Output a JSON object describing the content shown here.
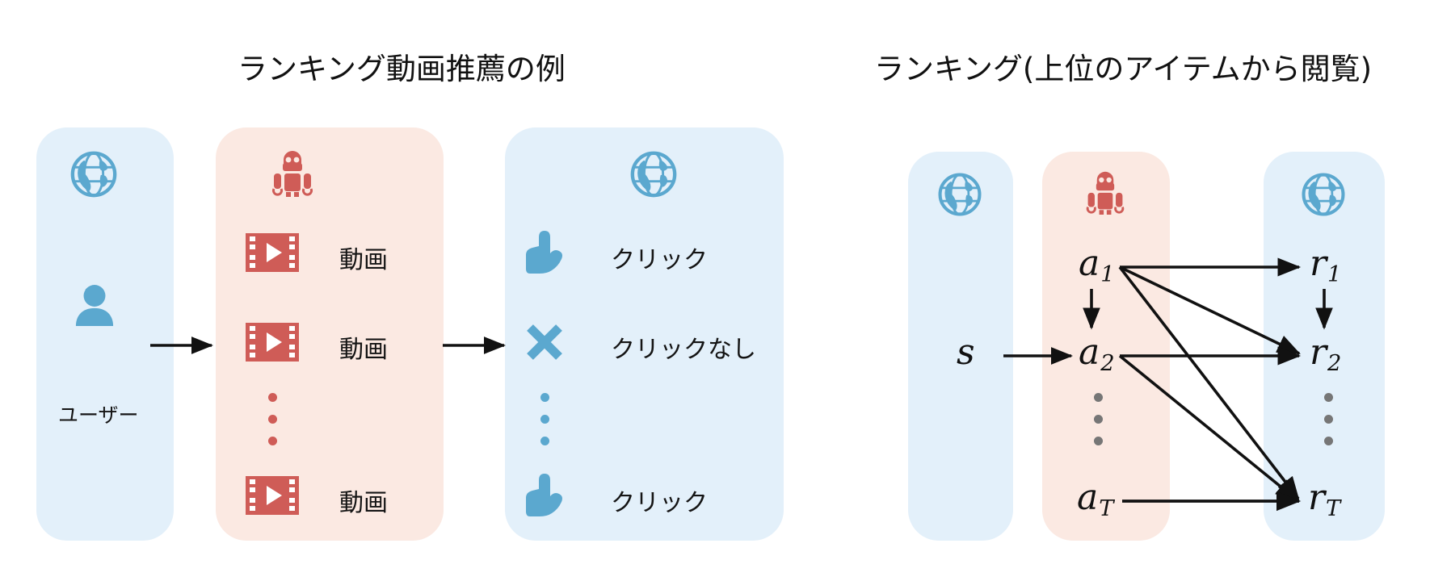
{
  "titles": {
    "left": "ランキング動画推薦の例",
    "right": "ランキング(上位のアイテムから閲覧)"
  },
  "left_figure": {
    "user_panel": {
      "globe_icon": "globe-icon",
      "person_icon": "user-icon",
      "label": "ユーザー"
    },
    "agent_panel": {
      "robot_icon": "robot-icon",
      "items": [
        {
          "icon": "video-icon",
          "label": "動画"
        },
        {
          "icon": "video-icon",
          "label": "動画"
        },
        {
          "icon": "ellipsis-icon",
          "label": ""
        },
        {
          "icon": "video-icon",
          "label": "動画"
        }
      ]
    },
    "feedback_panel": {
      "globe_icon": "globe-icon",
      "items": [
        {
          "icon": "pointing-hand-icon",
          "label": "クリック"
        },
        {
          "icon": "cross-icon",
          "label": "クリックなし"
        },
        {
          "icon": "ellipsis-icon",
          "label": ""
        },
        {
          "icon": "pointing-hand-icon",
          "label": "クリック"
        }
      ]
    },
    "arrows": [
      "arrow-user-to-agent",
      "arrow-agent-to-feedback"
    ]
  },
  "right_figure": {
    "state_panel": {
      "globe_icon": "globe-icon",
      "state": {
        "symbol": "s",
        "sub": ""
      }
    },
    "action_panel": {
      "robot_icon": "robot-icon",
      "actions": [
        {
          "symbol": "a",
          "sub": "1"
        },
        {
          "symbol": "a",
          "sub": "2"
        },
        {
          "symbol": "a",
          "sub": "T"
        }
      ],
      "ellipsis": "ellipsis-icon"
    },
    "reward_panel": {
      "globe_icon": "globe-icon",
      "rewards": [
        {
          "symbol": "r",
          "sub": "1"
        },
        {
          "symbol": "r",
          "sub": "2"
        },
        {
          "symbol": "r",
          "sub": "T"
        }
      ],
      "ellipsis": "ellipsis-icon"
    },
    "edges": [
      {
        "from": "s",
        "to": "a1",
        "kind": "horizontal"
      },
      {
        "from": "a1",
        "to": "a2",
        "kind": "vertical"
      },
      {
        "from": "r1",
        "to": "r2",
        "kind": "vertical"
      },
      {
        "from": "a1",
        "to": "r1",
        "kind": "diagonal"
      },
      {
        "from": "a1",
        "to": "r2",
        "kind": "diagonal"
      },
      {
        "from": "a1",
        "to": "rT",
        "kind": "diagonal"
      },
      {
        "from": "a2",
        "to": "r2",
        "kind": "diagonal"
      },
      {
        "from": "a2",
        "to": "rT",
        "kind": "diagonal"
      },
      {
        "from": "aT",
        "to": "rT",
        "kind": "horizontal"
      }
    ]
  },
  "colors": {
    "panel_blue": "#e3f0fa",
    "panel_red": "#fbe9e2",
    "icon_blue": "#5ba8cf",
    "icon_red": "#cf5c57",
    "text": "#141414",
    "arrow": "#111111"
  }
}
